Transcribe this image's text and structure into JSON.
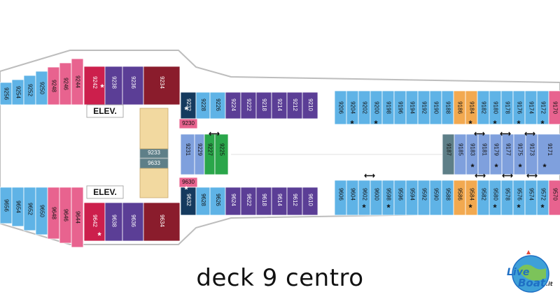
{
  "title": "deck 9 centro",
  "logo": {
    "word1": "Live",
    "word2": "Boat",
    "suffix": ".it"
  },
  "elevator_label": "ELEV.",
  "colors": {
    "inside": "#5fb3e6",
    "balcony": "#5b3e96",
    "suite": "#8a1c2c",
    "aft_suite": "#cc1f4c",
    "pink": "#e8638f",
    "light": "#7fa0dd",
    "orange": "#f2a950",
    "dark_navy": "#153a5e",
    "green": "#2aa64a",
    "grey": "#5e7f88",
    "aisle": "#ffffff",
    "hull": "#bdbdbd"
  },
  "cabins": {
    "top_outer": [
      "9256",
      "9254",
      "9252",
      "9250",
      "9248",
      "9246",
      "9244"
    ],
    "top_suite": [
      "9242",
      "9238",
      "9236",
      "9234"
    ],
    "top_balcony": [
      "9232",
      "9228",
      "9226",
      "9224",
      "9222",
      "9218",
      "9214",
      "9212",
      "9210"
    ],
    "top_ocean": [
      "9206",
      "9204",
      "9202",
      "9200",
      "9198",
      "9196",
      "9194",
      "9192",
      "9190",
      "9188",
      "9186",
      "9184",
      "9182",
      "9180",
      "9178",
      "9176",
      "9174",
      "9172",
      "9170"
    ],
    "top_inner": [
      "9231",
      "9229",
      "9227",
      "9225"
    ],
    "mid_inner_right": [
      "9187",
      "9185",
      "9183",
      "9181",
      "9179",
      "9177",
      "9175",
      "9173",
      "9171"
    ],
    "center": [
      "9233",
      "9633"
    ],
    "small_top": "9230",
    "small_bottom": "9630",
    "bottom_outer": [
      "9656",
      "9654",
      "9652",
      "9650",
      "9648",
      "9646",
      "9644"
    ],
    "bottom_suite": [
      "9642",
      "9638",
      "9636",
      "9634"
    ],
    "bottom_balcony": [
      "9632",
      "9628",
      "9626",
      "9624",
      "9622",
      "9618",
      "9614",
      "9612",
      "9610"
    ],
    "bottom_ocean": [
      "9606",
      "9604",
      "9602",
      "9600",
      "9598",
      "9596",
      "9594",
      "9592",
      "9590",
      "9588",
      "9586",
      "9584",
      "9582",
      "9580",
      "9578",
      "9576",
      "9574",
      "9572",
      "9570"
    ]
  },
  "connect_symbol": "⟷",
  "star": "*"
}
